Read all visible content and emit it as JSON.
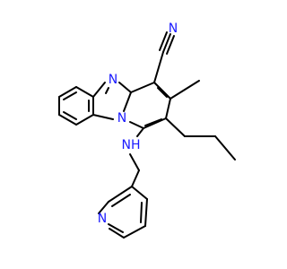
{
  "molecule": {
    "atoms": {
      "N_nitrile": "N",
      "C_nitrile": "C",
      "N_imidazole": "N",
      "N_bridge": "N",
      "NH_amine": "NH",
      "N_pyridine": "N"
    },
    "colors": {
      "nitrogen": "#1a1aff",
      "bond": "#000000",
      "background": "#ffffff"
    }
  }
}
